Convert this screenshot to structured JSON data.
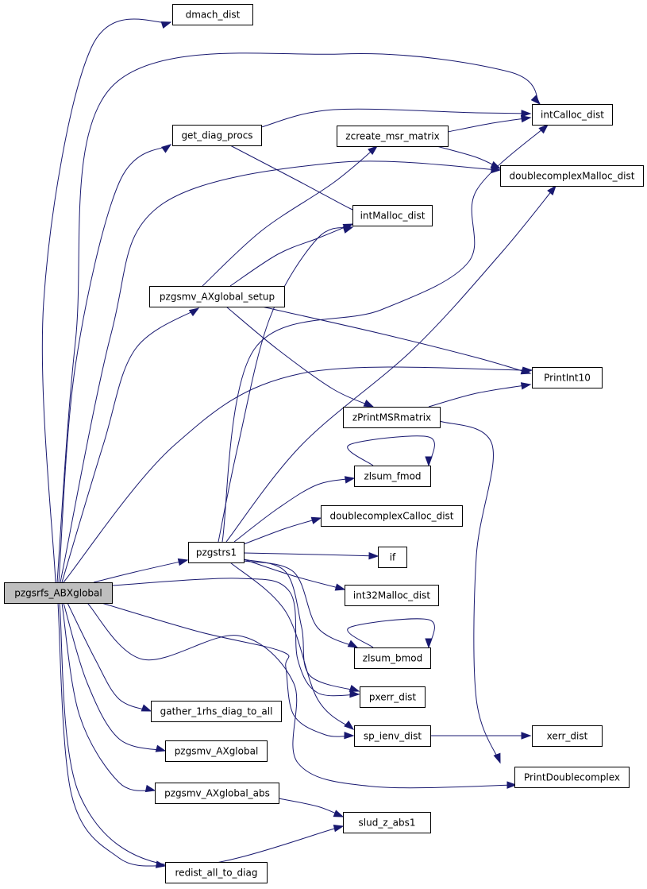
{
  "colors": {
    "edge": "#191970",
    "root_fill": "#bfbfbf",
    "node_fill": "#ffffff",
    "node_border": "#000000"
  },
  "nodes": [
    {
      "id": "pzgsrfs_ABXglobal",
      "label": "pzgsrfs_ABXglobal",
      "root": true
    },
    {
      "id": "dmach_dist",
      "label": "dmach_dist"
    },
    {
      "id": "get_diag_procs",
      "label": "get_diag_procs"
    },
    {
      "id": "intCalloc_dist",
      "label": "intCalloc_dist"
    },
    {
      "id": "zcreate_msr_matrix",
      "label": "zcreate_msr_matrix"
    },
    {
      "id": "doublecomplexMalloc_dist",
      "label": "doublecomplexMalloc_dist"
    },
    {
      "id": "intMalloc_dist",
      "label": "intMalloc_dist"
    },
    {
      "id": "pzgsmv_AXglobal_setup",
      "label": "pzgsmv_AXglobal_setup"
    },
    {
      "id": "PrintInt10",
      "label": "PrintInt10"
    },
    {
      "id": "zPrintMSRmatrix",
      "label": "zPrintMSRmatrix"
    },
    {
      "id": "zlsum_fmod",
      "label": "zlsum_fmod"
    },
    {
      "id": "doublecomplexCalloc_dist",
      "label": "doublecomplexCalloc_dist"
    },
    {
      "id": "pzgstrs1",
      "label": "pzgstrs1"
    },
    {
      "id": "if",
      "label": "if"
    },
    {
      "id": "int32Malloc_dist",
      "label": "int32Malloc_dist"
    },
    {
      "id": "zlsum_bmod",
      "label": "zlsum_bmod"
    },
    {
      "id": "pxerr_dist",
      "label": "pxerr_dist"
    },
    {
      "id": "gather_1rhs_diag_to_all",
      "label": "gather_1rhs_diag_to_all"
    },
    {
      "id": "sp_ienv_dist",
      "label": "sp_ienv_dist"
    },
    {
      "id": "xerr_dist",
      "label": "xerr_dist"
    },
    {
      "id": "pzgsmv_AXglobal",
      "label": "pzgsmv_AXglobal"
    },
    {
      "id": "PrintDoublecomplex",
      "label": "PrintDoublecomplex"
    },
    {
      "id": "pzgsmv_AXglobal_abs",
      "label": "pzgsmv_AXglobal_abs"
    },
    {
      "id": "slud_z_abs1",
      "label": "slud_z_abs1"
    },
    {
      "id": "redist_all_to_diag",
      "label": "redist_all_to_diag"
    }
  ],
  "edges": [
    {
      "from": "pzgsrfs_ABXglobal",
      "to": "dmach_dist"
    },
    {
      "from": "pzgsrfs_ABXglobal",
      "to": "intCalloc_dist"
    },
    {
      "from": "pzgsrfs_ABXglobal",
      "to": "get_diag_procs"
    },
    {
      "from": "pzgsrfs_ABXglobal",
      "to": "doublecomplexMalloc_dist"
    },
    {
      "from": "pzgsrfs_ABXglobal",
      "to": "pzgsmv_AXglobal_setup"
    },
    {
      "from": "pzgsrfs_ABXglobal",
      "to": "PrintInt10"
    },
    {
      "from": "pzgsrfs_ABXglobal",
      "to": "pzgstrs1"
    },
    {
      "from": "pzgsrfs_ABXglobal",
      "to": "pxerr_dist"
    },
    {
      "from": "pzgsrfs_ABXglobal",
      "to": "sp_ienv_dist"
    },
    {
      "from": "pzgsrfs_ABXglobal",
      "to": "PrintDoublecomplex"
    },
    {
      "from": "pzgsrfs_ABXglobal",
      "to": "gather_1rhs_diag_to_all"
    },
    {
      "from": "pzgsrfs_ABXglobal",
      "to": "pzgsmv_AXglobal"
    },
    {
      "from": "pzgsrfs_ABXglobal",
      "to": "pzgsmv_AXglobal_abs"
    },
    {
      "from": "pzgsrfs_ABXglobal",
      "to": "slud_z_abs1"
    },
    {
      "from": "pzgsrfs_ABXglobal",
      "to": "redist_all_to_diag"
    },
    {
      "from": "get_diag_procs",
      "to": "intCalloc_dist"
    },
    {
      "from": "get_diag_procs",
      "to": "intMalloc_dist"
    },
    {
      "from": "zcreate_msr_matrix",
      "to": "intCalloc_dist"
    },
    {
      "from": "zcreate_msr_matrix",
      "to": "doublecomplexMalloc_dist"
    },
    {
      "from": "pzgsmv_AXglobal_setup",
      "to": "zcreate_msr_matrix"
    },
    {
      "from": "pzgsmv_AXglobal_setup",
      "to": "intMalloc_dist"
    },
    {
      "from": "pzgsmv_AXglobal_setup",
      "to": "PrintInt10"
    },
    {
      "from": "pzgsmv_AXglobal_setup",
      "to": "zPrintMSRmatrix"
    },
    {
      "from": "zPrintMSRmatrix",
      "to": "PrintInt10"
    },
    {
      "from": "zPrintMSRmatrix",
      "to": "PrintDoublecomplex"
    },
    {
      "from": "zlsum_fmod",
      "to": "zlsum_fmod"
    },
    {
      "from": "zlsum_bmod",
      "to": "zlsum_bmod"
    },
    {
      "from": "pzgstrs1",
      "to": "intMalloc_dist"
    },
    {
      "from": "pzgstrs1",
      "to": "intCalloc_dist"
    },
    {
      "from": "pzgstrs1",
      "to": "doublecomplexMalloc_dist"
    },
    {
      "from": "pzgstrs1",
      "to": "zlsum_fmod"
    },
    {
      "from": "pzgstrs1",
      "to": "doublecomplexCalloc_dist"
    },
    {
      "from": "pzgstrs1",
      "to": "if"
    },
    {
      "from": "pzgstrs1",
      "to": "int32Malloc_dist"
    },
    {
      "from": "pzgstrs1",
      "to": "zlsum_bmod"
    },
    {
      "from": "pzgstrs1",
      "to": "pxerr_dist"
    },
    {
      "from": "pzgstrs1",
      "to": "sp_ienv_dist"
    },
    {
      "from": "sp_ienv_dist",
      "to": "xerr_dist"
    },
    {
      "from": "pzgsmv_AXglobal_abs",
      "to": "slud_z_abs1"
    }
  ]
}
